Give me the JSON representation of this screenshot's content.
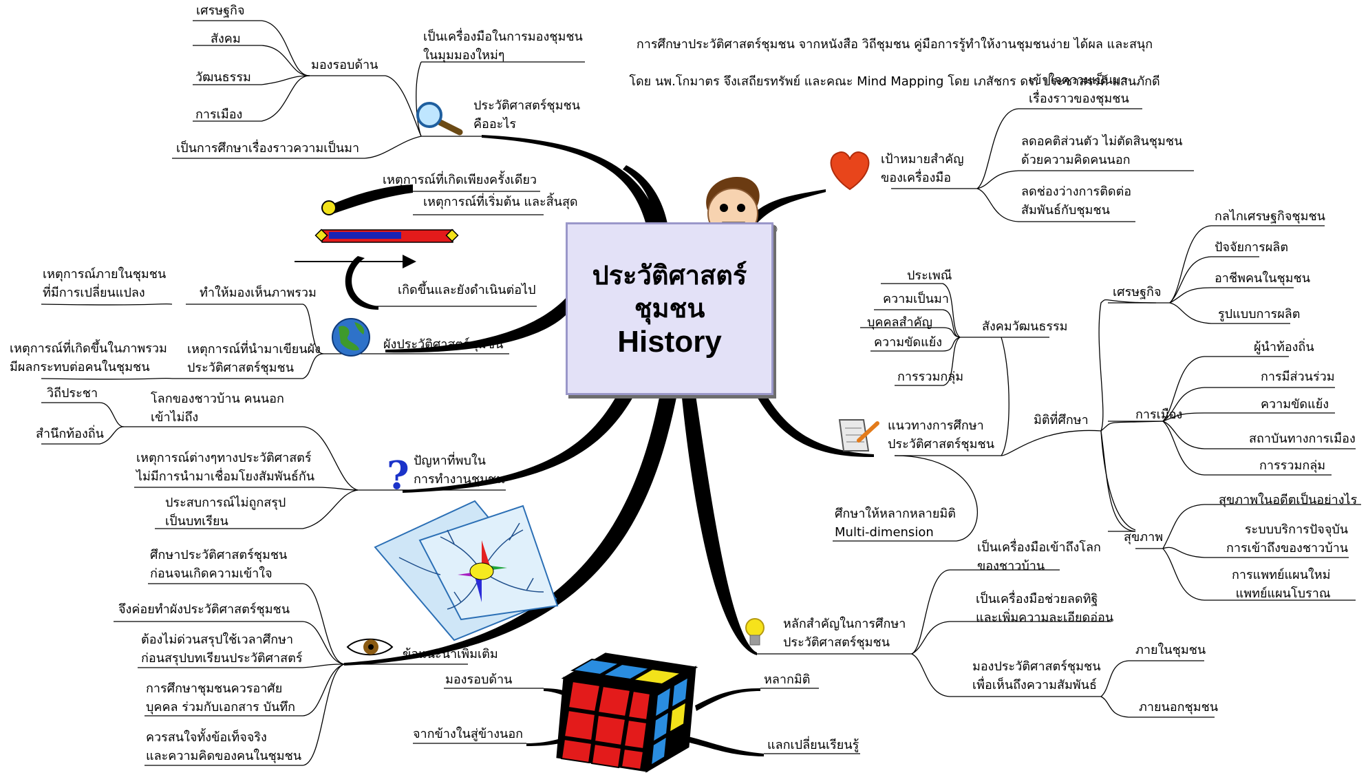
{
  "header": {
    "line1": "การศึกษาประวัติศาสตร์ชุมชน จากหนังสือ วิถีชุมชน คู่มือการรู้ทำให้งานชุมชนง่าย ได้ผล และสนุก",
    "line2": "โดย นพ.โกมาตร จึงเสถียรทรัพย์ และคณะ Mind Mapping โดย เภสัชกร ดร. ประชาสรรค์ แสนภักดี"
  },
  "center": {
    "line1": "ประวัติศาสตร์",
    "line2": "ชุมชน",
    "line3": "History"
  },
  "colors": {
    "center_fill": "#e3e1f7",
    "branch": "#000000"
  },
  "left": {
    "what_is": {
      "title": "ประวัติศาสตร์ชุมชน\nคืออะไร",
      "icon": "magnifier-icon",
      "tool": "เป็นเครื่องมือในการมองชุมชน\nในมุมมองใหม่ๆ",
      "all_round": "มองรอบด้าน",
      "aspects": [
        "เศรษฐกิจ",
        "สังคม",
        "วัฒนธรรม",
        "การเมือง"
      ],
      "study": "เป็นการศึกษาเรื่องราวความเป็นมา"
    },
    "event_types": {
      "once": "เหตุการณ์ที่เกิดเพียงครั้งเดียว",
      "start_end": "เหตุการณ์ที่เริ่มต้น และสิ้นสุด",
      "ongoing": "เกิดขึ้นและยังดำเนินต่อไป"
    },
    "chart": {
      "title": "ผังประวัติศาสตร์ชุมชน",
      "icon": "globe-icon",
      "overview": "ทำให้มองเห็นภาพรวม",
      "events_in_chart": "เหตุการณ์ที่นำมาเขียนผัง\nประวัติศาสตร์ชุมชน",
      "sub": [
        "เหตุการณ์ภายในชุมชน\nที่มีการเปลี่ยนแปลง",
        "เหตุการณ์ที่เกิดขึ้นในภาพรวม\nมีผลกระทบต่อคนในชุมชน"
      ]
    },
    "problems": {
      "title": "ปัญหาที่พบใน\nการทำงานชุมชน",
      "icon": "question-mark-icon",
      "world": "โลกของชาวบ้าน คนนอก\nเข้าไม่ถึง",
      "world_sub": [
        "วิถีประชา",
        "สำนึกท้องถิ่น"
      ],
      "not_linked": "เหตุการณ์ต่างๆทางประวัติศาสตร์\nไม่มีการนำมาเชื่อมโยงสัมพันธ์กัน",
      "no_lessons": "ประสบการณ์ไม่ถูกสรุป\nเป็นบทเรียน"
    },
    "advice": {
      "title": "ข้อแนะนำเพิ่มเติม",
      "icon": "eye-icon",
      "items": [
        "ศึกษาประวัติศาสตร์ชุมชน\nก่อนจนเกิดความเข้าใจ",
        "จึงค่อยทำผังประวัติศาสตร์ชุมชน",
        "ต้องไม่ด่วนสรุปใช้เวลาศึกษา\nก่อนสรุปบทเรียนประวัติศาสตร์",
        "การศึกษาชุมชนควรอาศัย\nบุคคล ร่วมกับเอกสาร บันทึก",
        "ควรสนใจทั้งข้อเท็จจริง\nและความคิดของคนในชุมชน"
      ]
    }
  },
  "bottom": {
    "icon": "rubiks-cube-icon",
    "left": [
      "มองรอบด้าน",
      "จากข้างในสู่ข้างนอก"
    ],
    "right": [
      "หลากมิติ",
      "แลกเปลี่ยนเรียนรู้"
    ]
  },
  "right": {
    "goals": {
      "title": "เป้าหมายสำคัญ\nของเครื่องมือ",
      "icon": "heart-icon",
      "items": [
        "เข้าใจความเป็นมา\nเรื่องราวของชุมชน",
        "ลดอคติส่วนตัว ไม่ตัดสินชุมชน\nด้วยความคิดคนนอก",
        "ลดช่องว่างการติดต่อ\nสัมพันธ์กับชุมชน"
      ]
    },
    "approach": {
      "title": "แนวทางการศึกษา\nประวัติศาสตร์ชุมชน",
      "icon": "notepad-pencil-icon",
      "dimensions": "มิติที่ศึกษา",
      "social": "สังคมวัฒนธรรม",
      "social_items": [
        "ประเพณี",
        "ความเป็นมา",
        "บุคคลสำคัญ",
        "ความขัดแย้ง",
        "การรวมกลุ่ม"
      ],
      "economy": "เศรษฐกิจ",
      "economy_items": [
        "กลไกเศรษฐกิจชุมชน",
        "ปัจจัยการผลิต",
        "อาชีพคนในชุมชน",
        "รูปแบบการผลิต"
      ],
      "politics": "การเมือง",
      "politics_items": [
        "ผู้นำท้องถิ่น",
        "การมีส่วนร่วม",
        "ความขัดแย้ง",
        "สถาบันทางการเมือง",
        "การรวมกลุ่ม"
      ],
      "health": "สุขภาพ",
      "health_items": [
        "สุขภาพในอดีตเป็นอย่างไร",
        "ระบบบริการปัจจุบัน\nการเข้าถึงของชาวบ้าน",
        "การแพทย์แผนใหม่\nแพทย์แผนโบราณ"
      ],
      "multi": "ศึกษาให้หลากหลายมิติ\nMulti-dimension"
    },
    "principles": {
      "title": "หลักสำคัญในการศึกษา\nประวัติศาสตร์ชุมชน",
      "icon": "light-bulb-icon",
      "items": [
        "เป็นเครื่องมือเข้าถึงโลก\nของชาวบ้าน",
        "เป็นเครื่องมือช่วยลดทิฐิ\nและเพิ่มความละเอียดอ่อน",
        "มองประวัติศาสตร์ชุมชน\nเพื่อเห็นถึงความสัมพันธ์"
      ],
      "relations": [
        "ภายในชุมชน",
        "ภายนอกชุมชน"
      ]
    }
  }
}
